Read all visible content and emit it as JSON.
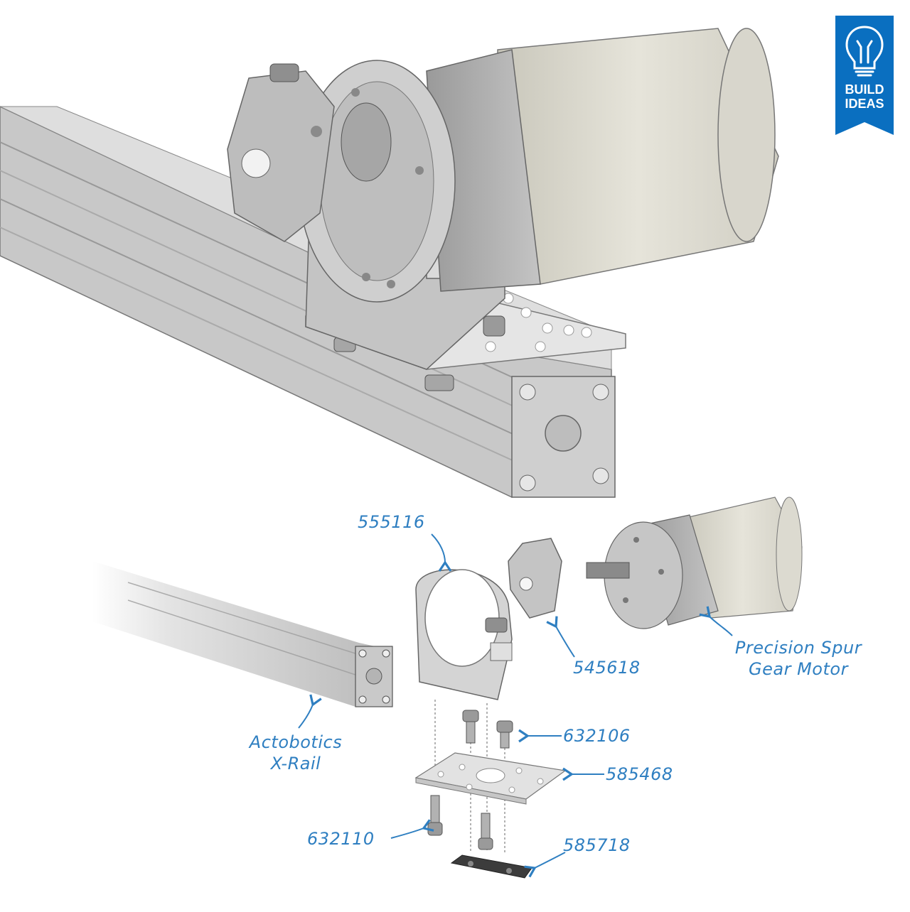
{
  "badge": {
    "line1": "BUILD",
    "line2": "IDEAS",
    "icon": "lightbulb-wrench-icon",
    "color": "#0a6fc0"
  },
  "callouts": {
    "part_555116": "555116",
    "part_545618": "545618",
    "motor_line1": "Precision Spur",
    "motor_line2": "Gear Motor",
    "rail_line1": "Actobotics",
    "rail_line2": "X-Rail",
    "part_632106": "632106",
    "part_585468": "585468",
    "part_632110": "632110",
    "part_585718": "585718"
  },
  "colors": {
    "label": "#2f7fc1",
    "motor_can": "#dcdad0",
    "gearbox": "#a8a8a8",
    "aluminum": "#d0d0d0"
  }
}
